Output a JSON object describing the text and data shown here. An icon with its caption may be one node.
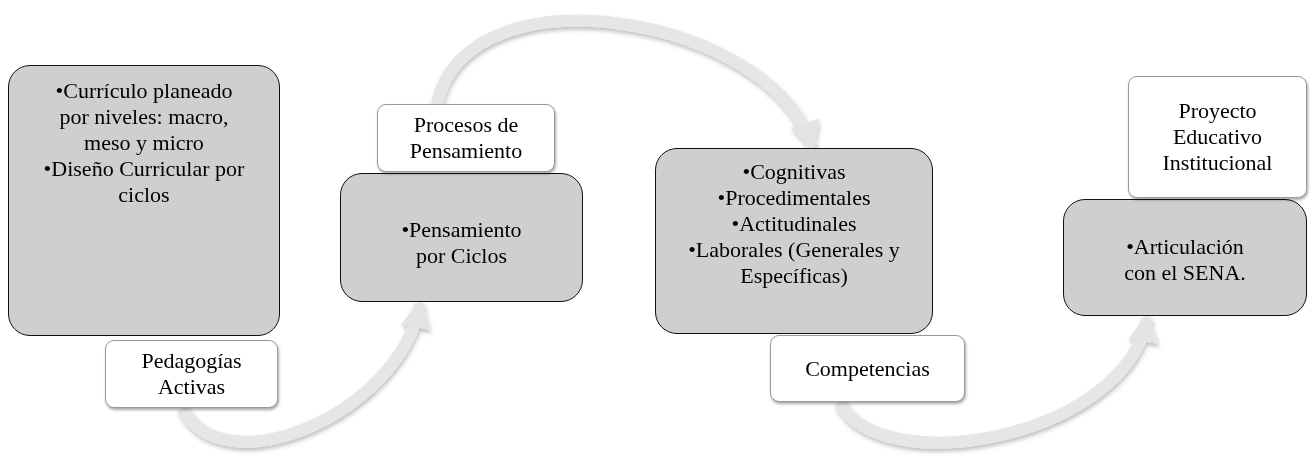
{
  "diagram": {
    "nodes": [
      {
        "text": [
          "•Currículo planeado por niveles: macro, meso y micro",
          "•Diseño Curricular por ciclos"
        ]
      },
      {
        "text": [
          "Pedagogías Activas"
        ]
      },
      {
        "text": [
          "•Pensamiento por Ciclos"
        ]
      },
      {
        "text": [
          "Procesos de Pensamiento"
        ]
      },
      {
        "text": [
          "•Cognitivas",
          "•Procedimentales",
          "•Actitudinales",
          "•Laborales (Generales y Específicas)"
        ]
      },
      {
        "text": [
          "Competencias"
        ]
      },
      {
        "text": [
          "•Articulación con el SENA."
        ]
      },
      {
        "text": [
          "Proyecto Educativo Institucional"
        ]
      }
    ],
    "edges": [
      {
        "from": 1,
        "to": 2,
        "arrow": "to"
      },
      {
        "from": 3,
        "to": 4,
        "arrow": "to"
      },
      {
        "from": 5,
        "to": 6,
        "arrow": "to"
      }
    ]
  }
}
